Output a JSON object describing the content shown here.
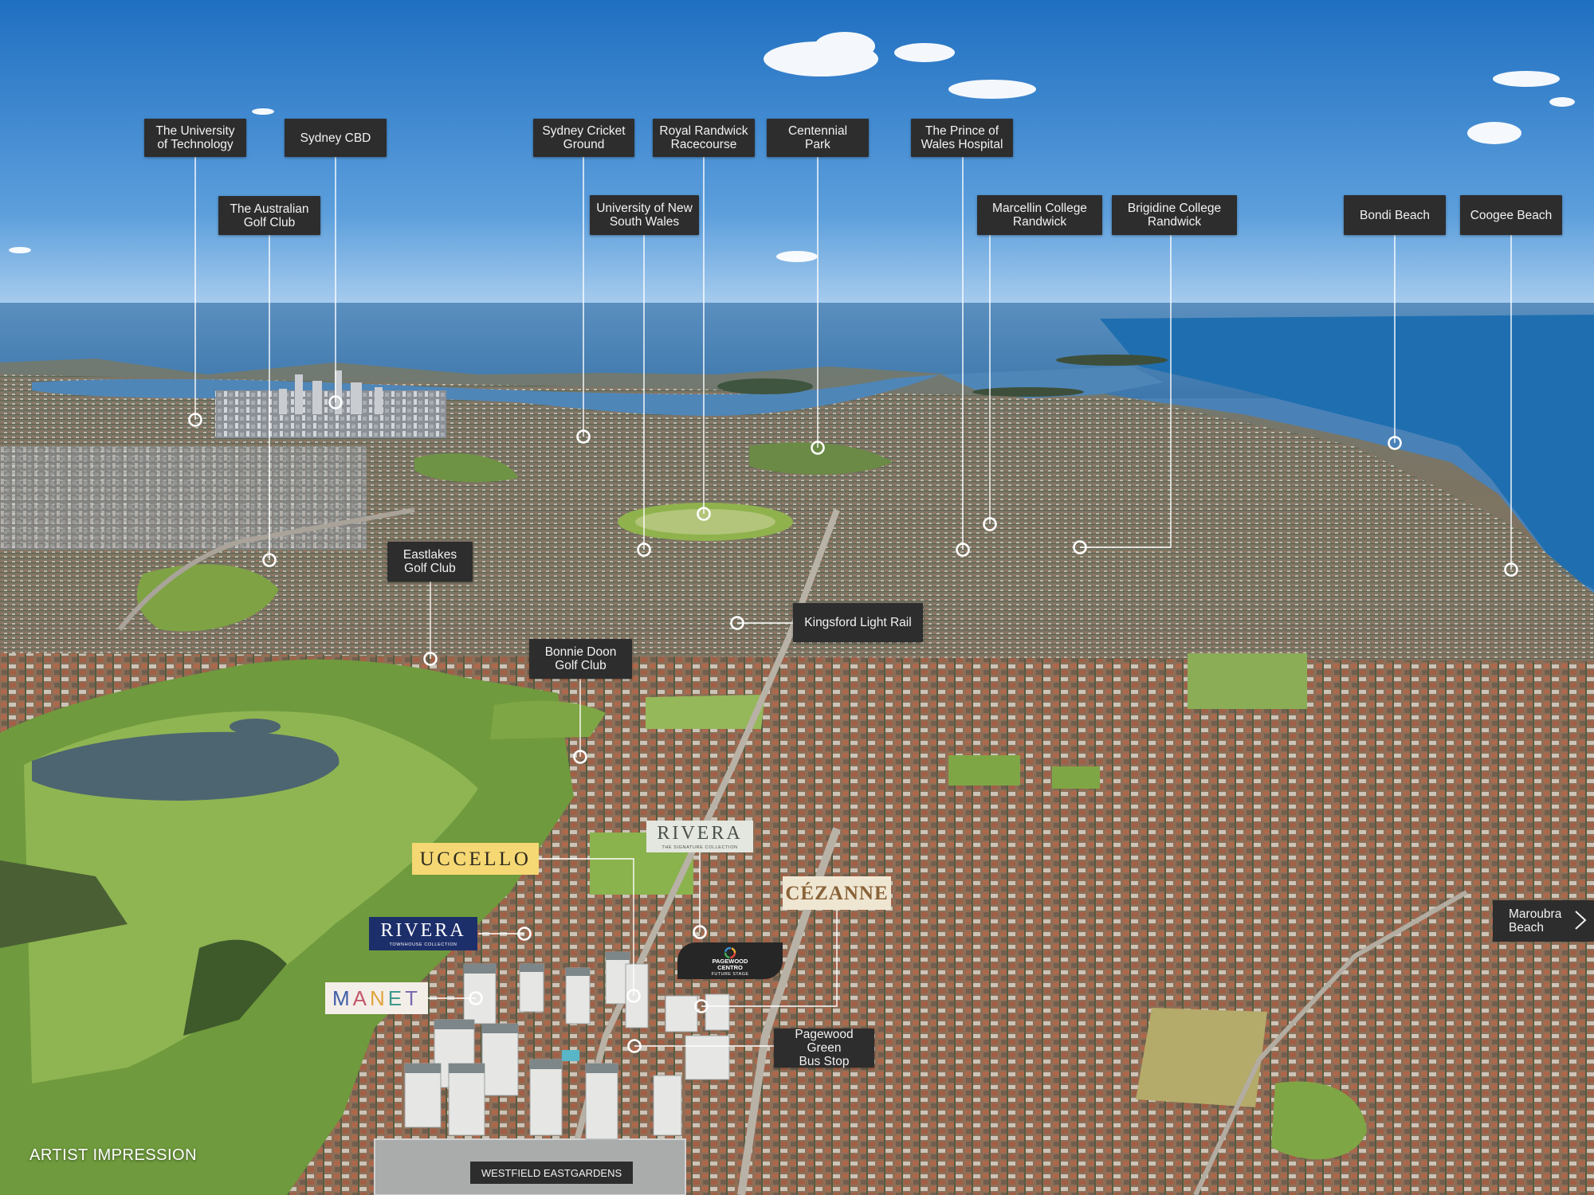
{
  "caption": "ARTIST IMPRESSION",
  "landmarks": [
    {
      "label": "The University\nof Technology"
    },
    {
      "label": "Sydney CBD"
    },
    {
      "label": "The Australian\nGolf Club"
    },
    {
      "label": "Sydney Cricket\nGround"
    },
    {
      "label": "Royal Randwick\nRacecourse"
    },
    {
      "label": "Centennial\nPark"
    },
    {
      "label": "University of New\nSouth Wales"
    },
    {
      "label": "The Prince of\nWales Hospital"
    },
    {
      "label": "Marcellin College\nRandwick"
    },
    {
      "label": "Brigidine College\nRandwick"
    },
    {
      "label": "Bondi Beach"
    },
    {
      "label": "Coogee Beach"
    },
    {
      "label": "Eastlakes\nGolf Club"
    },
    {
      "label": "Kingsford Light Rail"
    },
    {
      "label": "Bonnie Doon\nGolf Club"
    },
    {
      "label": "Pagewood Green\nBus Stop"
    }
  ],
  "maroubra": {
    "label": "Maroubra\nBeach",
    "icon": "chevron-right-icon"
  },
  "westfield": "WESTFIELD EASTGARDENS",
  "brands": {
    "uccello": {
      "name": "UCCELLO",
      "bg": "#f5d873",
      "color": "#2e2a1e"
    },
    "rivera_signature": {
      "name": "RIVERA",
      "sub": "THE SIGNATURE COLLECTION",
      "bg": "#e3e7df",
      "color": "#4a5148"
    },
    "cezanne": {
      "name": "CÉZANNE",
      "bg": "#efe6d2",
      "color": "#8a6238"
    },
    "rivera_townhouse": {
      "name": "RIVERA",
      "sub": "TOWNHOUSE COLLECTION",
      "bg": "#1d2f6b",
      "color": "#ffffff"
    },
    "manet": {
      "name": "MANET",
      "bg": "#f4eee8",
      "letter_colors": [
        "#3e5fa8",
        "#c2586b",
        "#e0a33a",
        "#3f9a8d",
        "#7a6bb0"
      ]
    }
  },
  "pagewood": {
    "name": "PAGEWOOD\nCENTRO",
    "sub": "FUTURE STAGE"
  },
  "colors": {
    "label_bg": "#2d2d2d",
    "label_text": "#f2f2f2",
    "leader": "#ffffff"
  }
}
